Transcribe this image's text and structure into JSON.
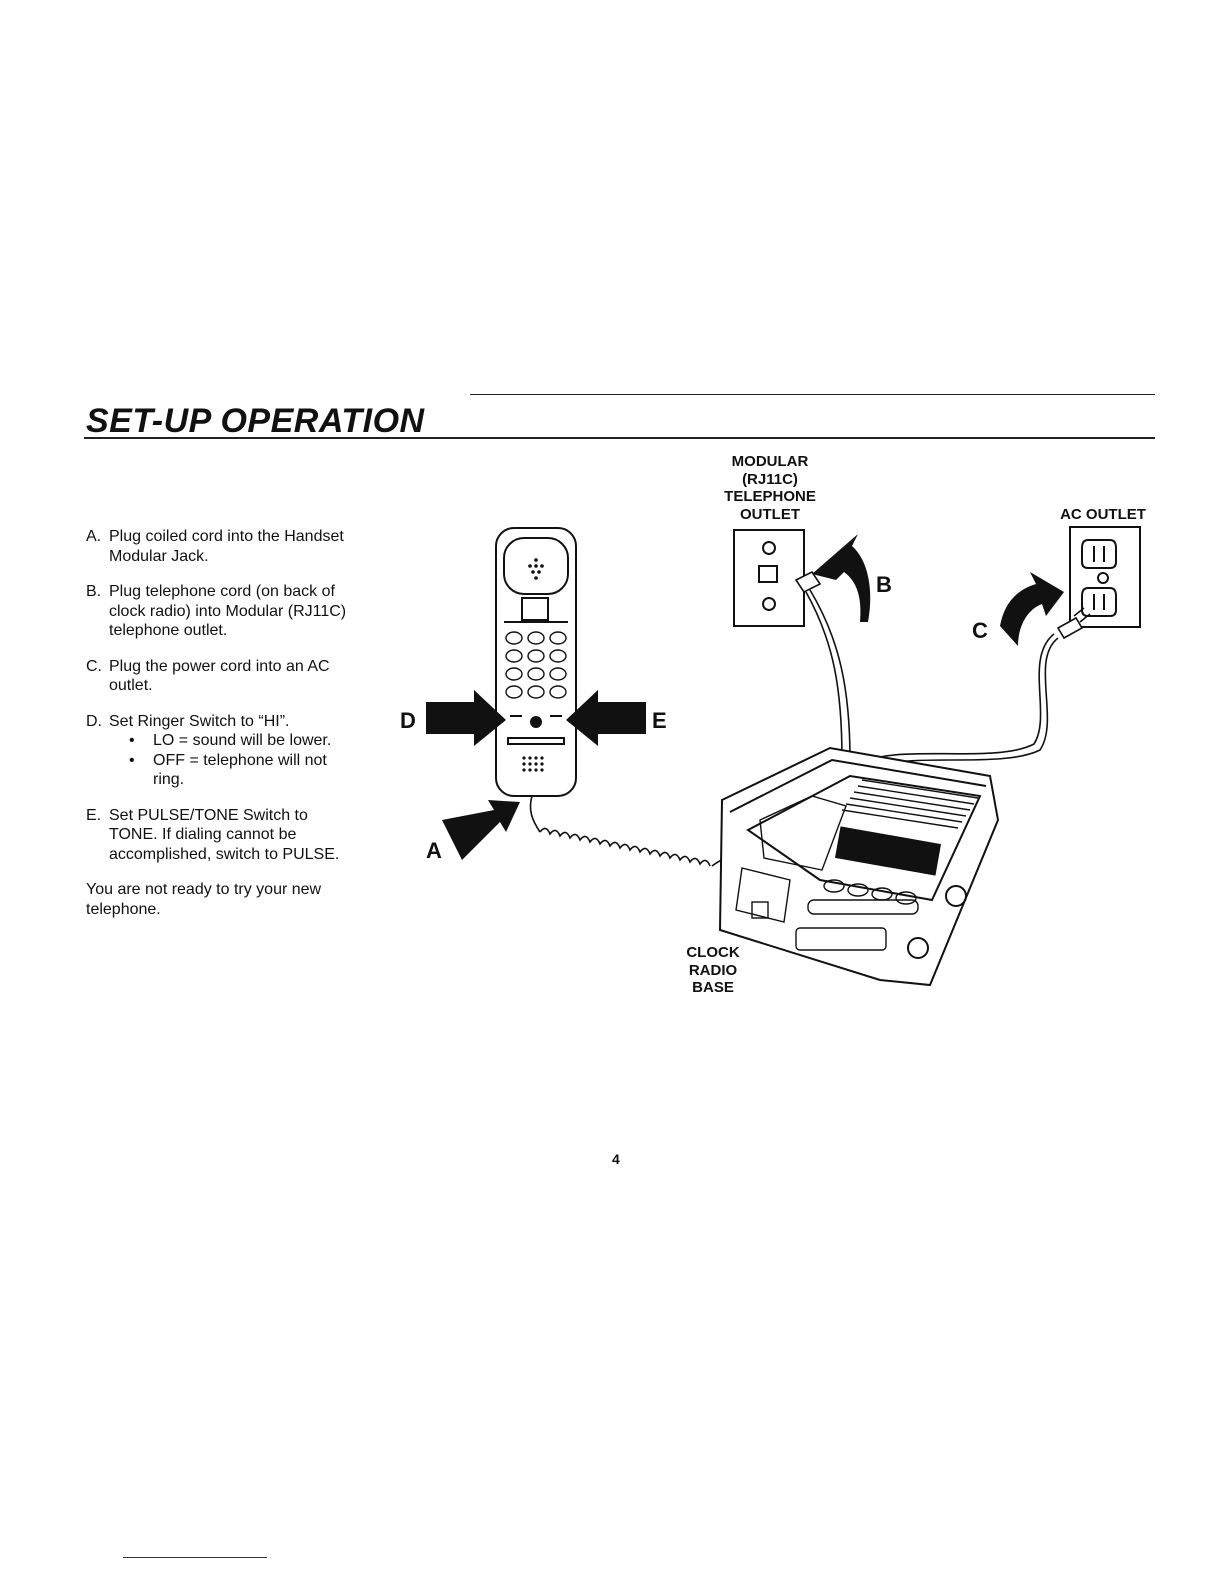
{
  "document": {
    "title": "SET-UP OPERATION",
    "page_number": "4"
  },
  "steps": [
    {
      "key": "A.",
      "text": "Plug coiled cord into the Handset Modular Jack."
    },
    {
      "key": "B.",
      "text": "Plug telephone cord (on back of clock radio) into Modular (RJ11C) telephone outlet."
    },
    {
      "key": "C.",
      "text": "Plug the power cord into an AC outlet."
    },
    {
      "key": "D.",
      "text": "Set Ringer Switch to “HI”.",
      "bullets": [
        {
          "mark": "•",
          "text": "LO = sound will be lower."
        },
        {
          "mark": "•",
          "text": "OFF = telephone will not ring."
        }
      ]
    },
    {
      "key": "E.",
      "text": "Set PULSE/TONE Switch to TONE. If dialing cannot be accomplished, switch to PULSE."
    }
  ],
  "closing": "You are not ready to try your new telephone.",
  "diagram_labels": {
    "modular_outlet": [
      "MODULAR",
      "(RJ11C)",
      "TELEPHONE",
      "OUTLET"
    ],
    "ac_outlet": "AC OUTLET",
    "clock_radio_base": [
      "CLOCK",
      "RADIO",
      "BASE"
    ],
    "arrow_a": "A",
    "arrow_b": "B",
    "arrow_c": "C",
    "arrow_d": "D",
    "arrow_e": "E"
  },
  "icons": {
    "handset": "cordless-handset-illustration",
    "base": "clock-radio-base-illustration",
    "wall_jack": "modular-jack-plate-icon",
    "ac_receptacle": "ac-outlet-icon"
  }
}
